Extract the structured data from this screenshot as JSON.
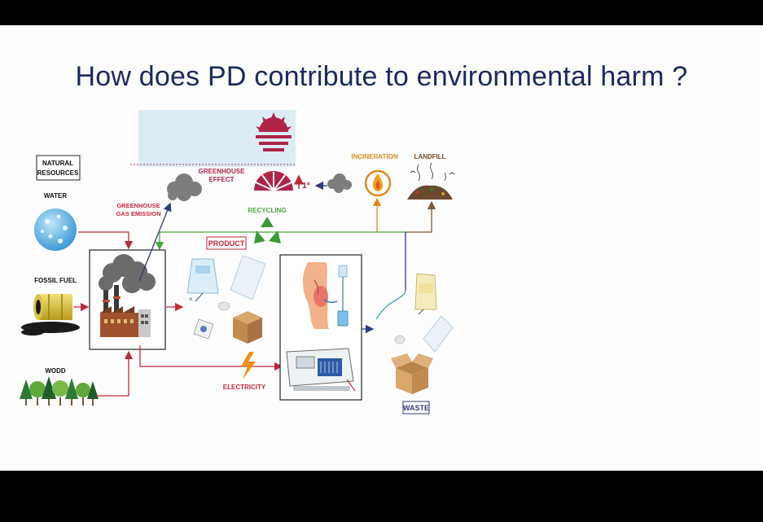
{
  "slide": {
    "title": "How does PD contribute to environmental harm ?"
  },
  "labels": {
    "natural_resources_line1": "NATURAL",
    "natural_resources_line2": "RESOURCES",
    "water": "WATER",
    "fossil_fuel": "FOSSIL FUEL",
    "wood": "WODD",
    "ghg_emission_line1": "GREENHOUSE",
    "ghg_emission_line2": "GAS EMISSION",
    "greenhouse_effect_line1": "GREENHOUSE",
    "greenhouse_effect_line2": "EFFECT",
    "temperature": "1°",
    "incineration": "INCINERATION",
    "landfill": "LANDFILL",
    "recycling": "RECYCLING",
    "product": "PRODUCT",
    "electricity": "ELECTRICITY",
    "waste": "WASTE"
  },
  "colors": {
    "title": "#1a2a5e",
    "input_arrow": "#c0283a",
    "output_arrow": "#2e3c7a",
    "recycling": "#4aa83a",
    "incineration": "#e08a1e",
    "landfill_arrow": "#7a5a3a",
    "sky": "#dcecf5",
    "sun": "#b0244a"
  }
}
